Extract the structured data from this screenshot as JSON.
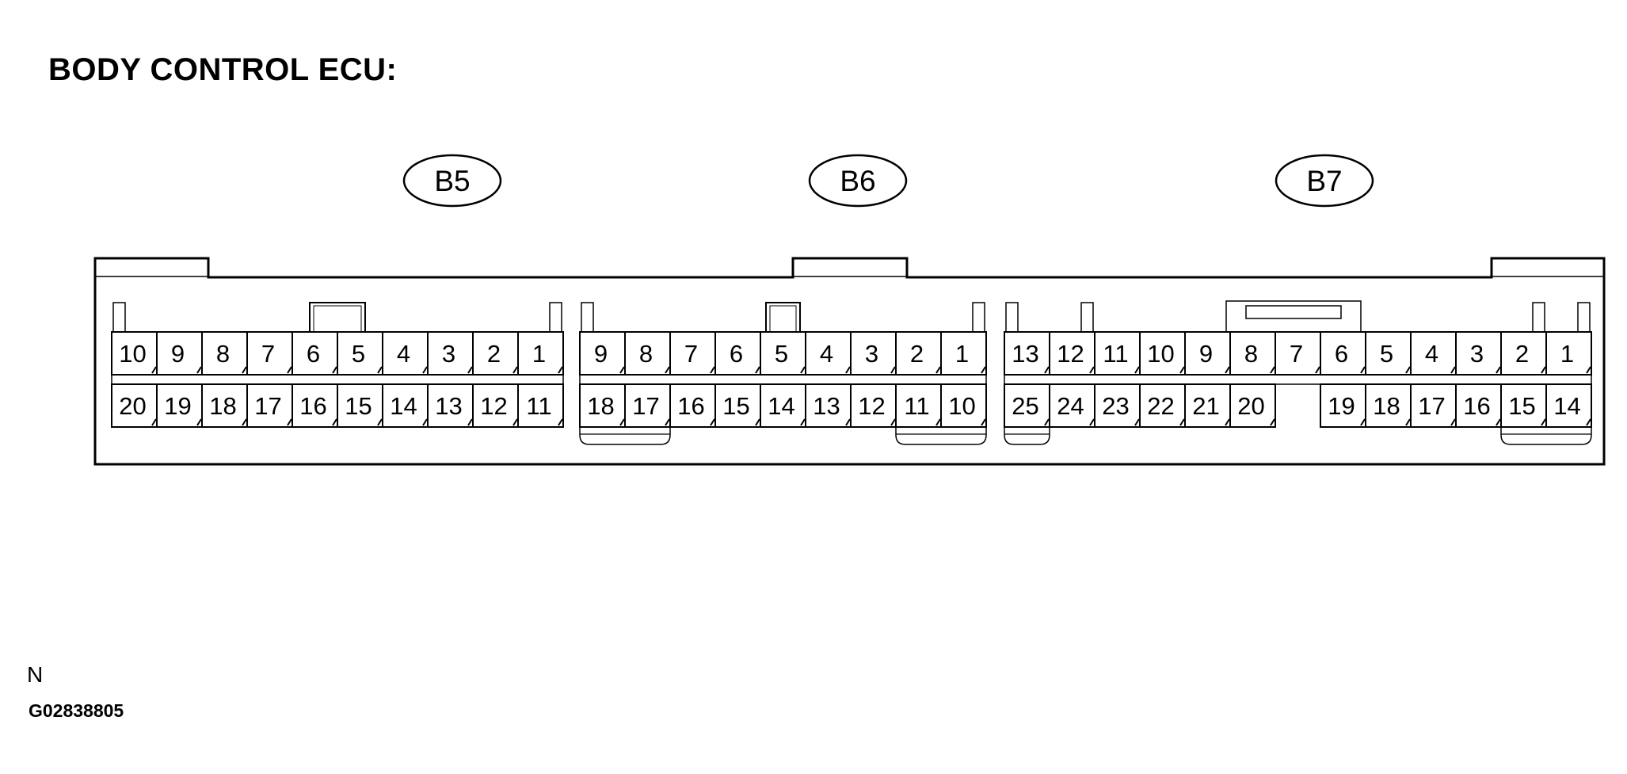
{
  "title": "BODY CONTROL ECU:",
  "footer": {
    "note": "N",
    "code": "G02838805"
  },
  "connectors": [
    {
      "label": "B5",
      "top_row": [
        "10",
        "9",
        "8",
        "7",
        "6",
        "5",
        "4",
        "3",
        "2",
        "1"
      ],
      "bottom_row": [
        "20",
        "19",
        "18",
        "17",
        "16",
        "15",
        "14",
        "13",
        "12",
        "11"
      ]
    },
    {
      "label": "B6",
      "top_row": [
        "9",
        "8",
        "7",
        "6",
        "5",
        "4",
        "3",
        "2",
        "1"
      ],
      "bottom_row": [
        "18",
        "17",
        "16",
        "15",
        "14",
        "13",
        "12",
        "11",
        "10"
      ]
    },
    {
      "label": "B7",
      "top_row": [
        "13",
        "12",
        "11",
        "10",
        "9",
        "8",
        "7",
        "6",
        "5",
        "4",
        "3",
        "2",
        "1"
      ],
      "bottom_row": [
        "25",
        "24",
        "23",
        "22",
        "21",
        "20",
        "",
        "19",
        "18",
        "17",
        "16",
        "15",
        "14"
      ]
    }
  ]
}
